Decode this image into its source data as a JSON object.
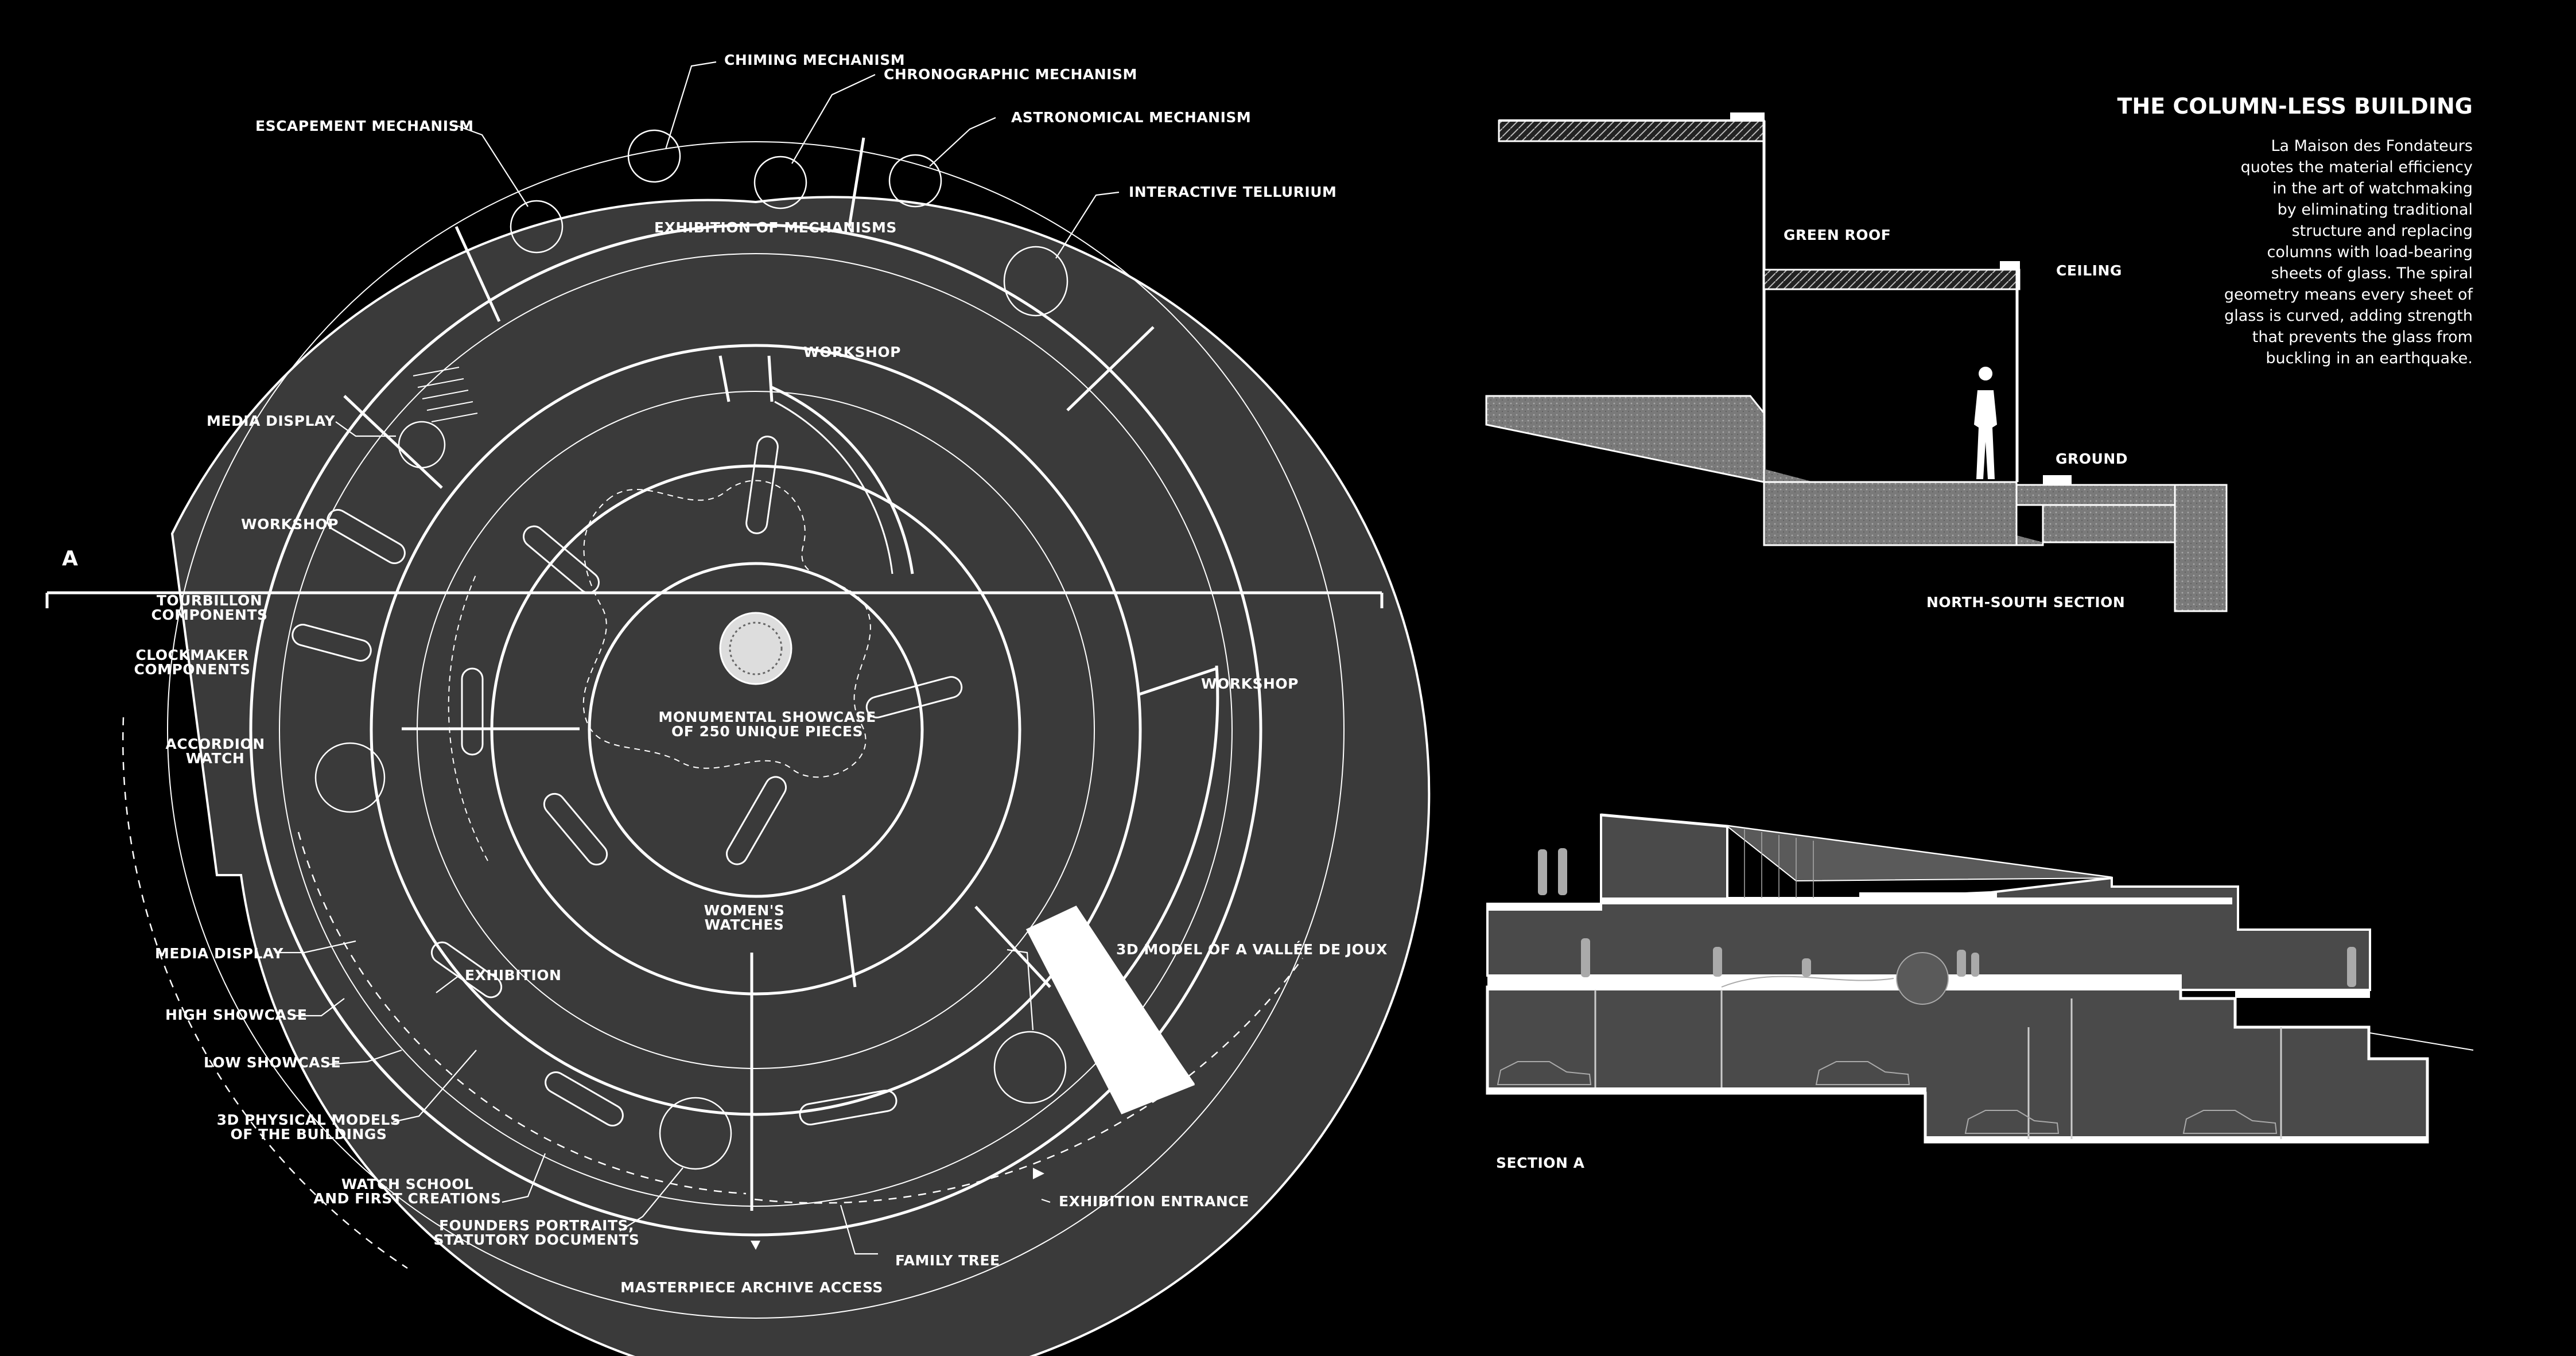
{
  "colors": {
    "background": "#000000",
    "floor": "#3a3a3a",
    "line": "#ffffff",
    "earth": "#8a8a8a"
  },
  "plan": {
    "section_marker": "A",
    "labels": {
      "chiming": "CHIMING MECHANISM",
      "chrono": "CHRONOGRAPHIC MECHANISM",
      "escapement": "ESCAPEMENT MECHANISM",
      "astro": "ASTRONOMICAL MECHANISM",
      "exhibition_mech": "EXHIBITION OF MECHANISMS",
      "tellurium": "INTERACTIVE TELLURIUM",
      "workshop_top": "WORKSHOP",
      "media_display_top": "MEDIA DISPLAY",
      "workshop_left": "WORKSHOP",
      "tourbillon": [
        "TOURBILLON",
        "COMPONENTS"
      ],
      "clockmaker": [
        "CLOCKMAKER",
        "COMPONENTS"
      ],
      "accordion": [
        "ACCORDION",
        "WATCH"
      ],
      "showcase": [
        "MONUMENTAL SHOWCASE",
        "OF 250 UNIQUE PIECES"
      ],
      "workshop_right": "WORKSHOP",
      "womens": [
        "WOMEN'S",
        "WATCHES"
      ],
      "vallee": "3D MODEL OF A VALLÉE DE JOUX",
      "media_display_bottom": "MEDIA DISPLAY",
      "exhibition": "EXHIBITION",
      "high_showcase": "HIGH SHOWCASE",
      "low_showcase": "LOW SHOWCASE",
      "physical_models": [
        "3D PHYSICAL MODELS",
        "OF THE BUILDINGS"
      ],
      "watch_school": [
        "WATCH SCHOOL",
        "AND FIRST CREATIONS"
      ],
      "founders": [
        "FOUNDERS PORTRAITS,",
        "STATUTORY DOCUMENTS"
      ],
      "archive": "MASTERPIECE ARCHIVE ACCESS",
      "family_tree": "FAMILY TREE",
      "entrance": "EXHIBITION ENTRANCE"
    }
  },
  "ns_section": {
    "green_roof": "GREEN ROOF",
    "ceiling": "CEILING",
    "ground": "GROUND",
    "caption": "NORTH-SOUTH SECTION"
  },
  "section_a": {
    "caption": "SECTION A"
  },
  "info": {
    "title": "THE COLUMN-LESS BUILDING",
    "lines": [
      "La Maison des Fondateurs",
      "quotes the material efficiency",
      "in the art of watchmaking",
      "by eliminating traditional",
      "structure and replacing",
      "columns with load-bearing",
      "sheets of glass. The spiral",
      "geometry means every sheet of",
      "glass is curved, adding strength",
      "that prevents the glass from",
      "buckling in an earthquake."
    ]
  }
}
